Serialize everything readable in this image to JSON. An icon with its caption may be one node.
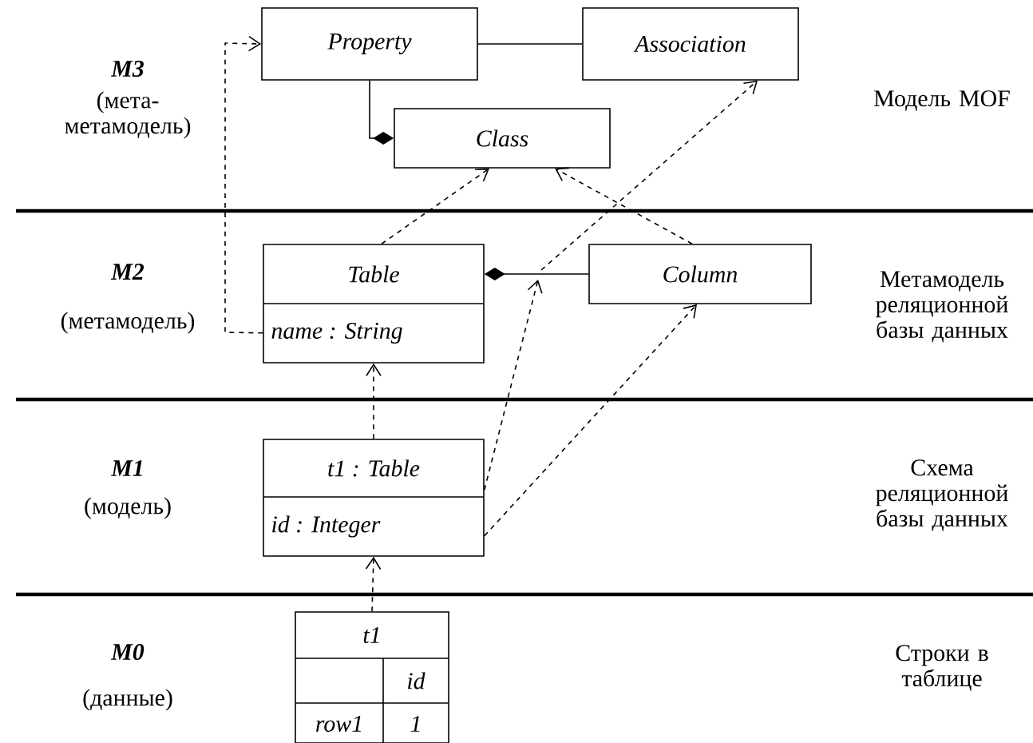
{
  "diagram": {
    "nodes": [
      {
        "text": [
          "*Property*"
        ]
      },
      {
        "text": [
          "*Association*"
        ]
      },
      {
        "text": [
          "*Class*"
        ]
      },
      {
        "text": [
          "*Table*",
          "*name : String*"
        ]
      },
      {
        "text": [
          "*Column*"
        ]
      },
      {
        "text": [
          "*t1 : Table*",
          "*id : Integer*"
        ]
      },
      {
        "text": [
          "*t1*",
          "*id*",
          "*row1*",
          "*1*"
        ]
      }
    ],
    "edges": [
      {
        "from": 3,
        "to": 0,
        "arrow": "to",
        "style": "dashed"
      },
      {
        "from": 0,
        "to": 1,
        "arrow": "none"
      },
      {
        "from": 0,
        "to": 2,
        "arrow": "other"
      },
      {
        "from": 3,
        "to": 2,
        "arrow": "to",
        "style": "dashed"
      },
      {
        "from": 4,
        "to": 2,
        "arrow": "to",
        "style": "dashed"
      },
      {
        "from": 4,
        "to": 3,
        "arrow": "other"
      },
      {
        "from": null,
        "to": 1,
        "arrow": "to",
        "style": "dashed"
      },
      {
        "from": 5,
        "to": null,
        "arrow": "to",
        "style": "dashed"
      },
      {
        "from": 5,
        "to": 4,
        "arrow": "to",
        "style": "dashed"
      },
      {
        "from": 5,
        "to": 3,
        "arrow": "to",
        "style": "dashed"
      },
      {
        "from": 6,
        "to": 5,
        "arrow": "to",
        "style": "dashed"
      }
    ],
    "labels": [
      "**M3**",
      "(мета-метамодель)",
      "Модель MOF",
      "**M2**",
      "(метамодель)",
      "Метамодель реляционной базы данных",
      "**M1**",
      "(модель)",
      "Схема реляционной базы данных",
      "**M0**",
      "(данные)",
      "Строки в таблице"
    ]
  }
}
